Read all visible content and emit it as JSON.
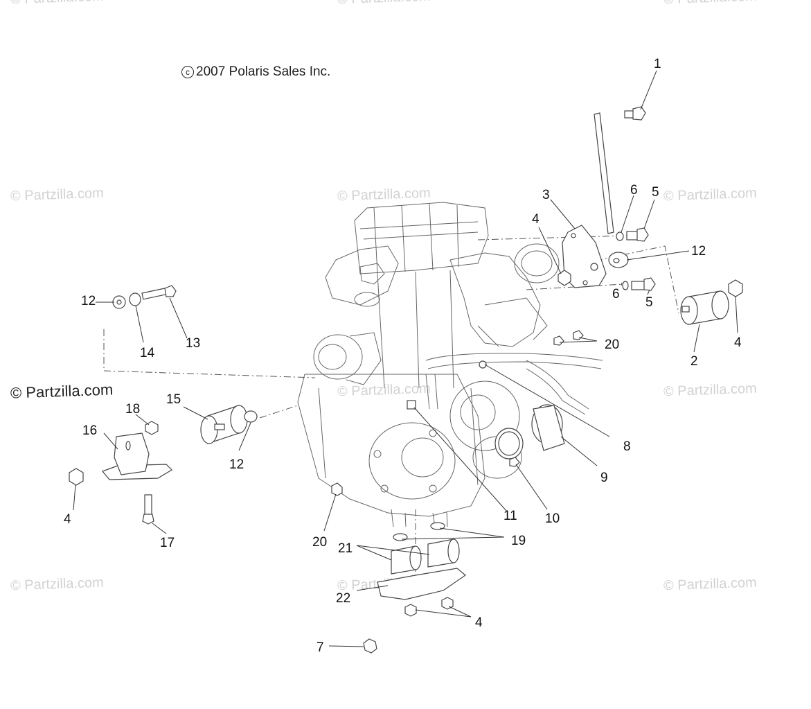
{
  "copyright": "2007 Polaris Sales Inc.",
  "copyright_symbol": "c",
  "watermark": "© Partzilla.com",
  "watermark_strong": "© Partzilla.com",
  "labels": {
    "l1": "1",
    "l2": "2",
    "l3": "3",
    "l4a": "4",
    "l4b": "4",
    "l4c": "4",
    "l4d": "4",
    "l5a": "5",
    "l5b": "5",
    "l6a": "6",
    "l6b": "6",
    "l7": "7",
    "l8": "8",
    "l9": "9",
    "l10": "10",
    "l11": "11",
    "l12a": "12",
    "l12b": "12",
    "l12c": "12",
    "l13": "13",
    "l14": "14",
    "l15": "15",
    "l16": "16",
    "l17": "17",
    "l18": "18",
    "l19": "19",
    "l20a": "20",
    "l20b": "20",
    "l21": "21",
    "l22": "22"
  }
}
